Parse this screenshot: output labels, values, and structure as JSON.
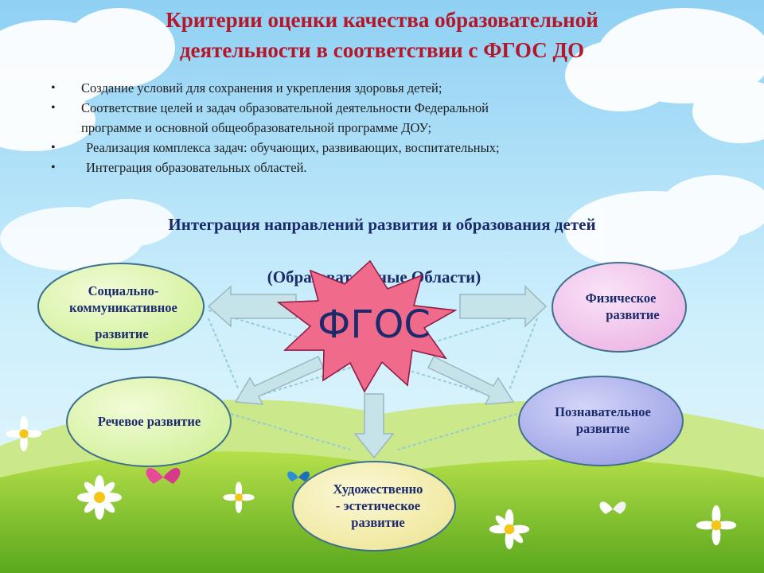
{
  "title_line1": "Критерии оценки качества образовательной",
  "title_line2": "деятельности в соответствии  с  ФГОС ДО",
  "criteria": [
    "Создание условий для сохранения и укрепления здоровья детей;",
    "Соответствие целей и задач образовательной деятельности Федеральной",
    "программе и основной общеобразовательной программе ДОУ;",
    "Реализация комплекса задач: обучающих, развивающих, воспитательных;",
    "Интеграция образовательных областей."
  ],
  "integration_heading": "Интеграция  направлений развития и образования детей",
  "areas_heading": "(Образовательные Области)",
  "center_label": "ФГОС",
  "areas": {
    "social_line1": "Социально-",
    "social_line2": "коммуникативное",
    "social_line3": "развитие",
    "physical_line1": "Физическое",
    "physical_line2": "развитие",
    "speech": "Речевое  развитие",
    "cognitive_line1": "Познавательное",
    "cognitive_line2": "развитие",
    "artistic_line1": "Художественно",
    "artistic_line2": "- эстетическое",
    "artistic_line3": "развитие"
  },
  "colors": {
    "title": "#b5172a",
    "heading": "#1b2a6b",
    "star": "#f06a8c",
    "oval_green": "#dff7b8",
    "oval_pink": "#f2c9ee",
    "oval_blue": "#b3b6ee",
    "oval_yellow": "#f7f2b5",
    "arrow": "#c6e3e9"
  }
}
